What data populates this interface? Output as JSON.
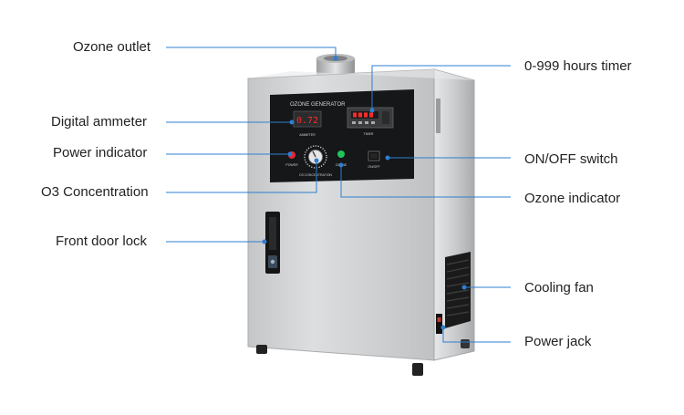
{
  "callouts": {
    "ozone_outlet": "Ozone outlet",
    "digital_ammeter": "Digital ammeter",
    "power_indicator": "Power indicator",
    "o3_concentration": "O3 Concentration",
    "front_door_lock": "Front door lock",
    "hours_timer": "0-999 hours timer",
    "on_off_switch": "ON/OFF switch",
    "ozone_indicator": "Ozone indicator",
    "cooling_fan": "Cooling fan",
    "power_jack": "Power jack"
  },
  "panel": {
    "brand": "OZONE GENERATOR",
    "ammeter_reading": "0.72",
    "ammeter_label": "AMMETER",
    "timer_label": "TIMER",
    "power_label": "POWER",
    "ozone_label": "OZONE",
    "switch_label": "ON/OFF",
    "concentration_label": "O3 CONCENTRATION"
  },
  "colors": {
    "leader_line": "#2f7fd0",
    "leader_dot": "#2f7fd0",
    "steel_front": "#cfd1d3",
    "steel_side": "#b9bbbe",
    "panel_black": "#151719",
    "lcd_red": "#ff2a2a",
    "power_led": "#e8262f",
    "ozone_led": "#1fc45a"
  }
}
